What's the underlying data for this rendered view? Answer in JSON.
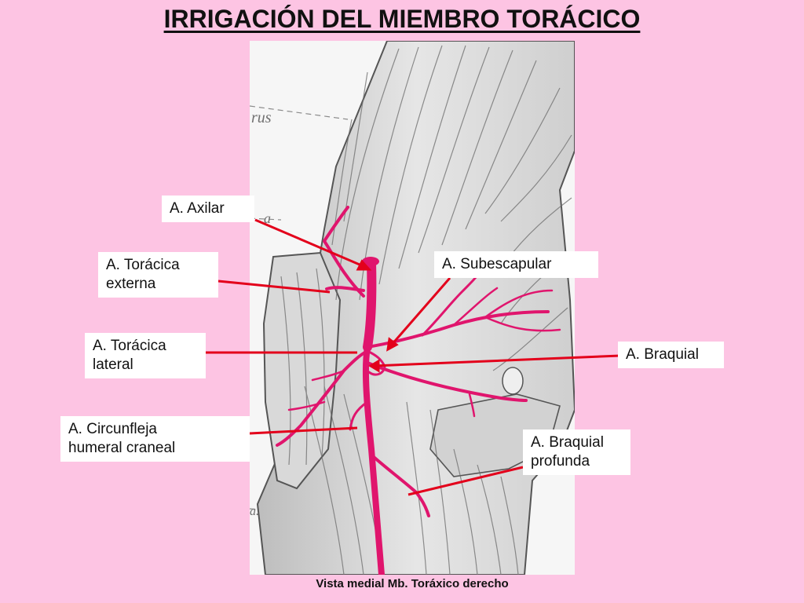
{
  "title": "IRRIGACIÓN DEL MIEMBRO TORÁCICO",
  "caption": "Vista medial Mb. Toráxico derecho",
  "figure_text": {
    "fragment_1": "rus",
    "fragment_2": "a",
    "fragment_3": "a."
  },
  "labels": {
    "axilar": "A. Axilar",
    "toracica_externa": "A. Torácica\nexterna",
    "subescapular": "A. Subescapular",
    "toracica_lateral": "A. Torácica\nlateral",
    "braquial": "A. Braquial",
    "circunfleja": "A. Circunfleja\nhumeral craneal",
    "braquial_profunda": "A. Braquial\nprofunda"
  },
  "colors": {
    "background": "#fdc4e3",
    "artery": "#e0156d",
    "leader": "#e3001b",
    "label_bg": "#ffffff"
  }
}
